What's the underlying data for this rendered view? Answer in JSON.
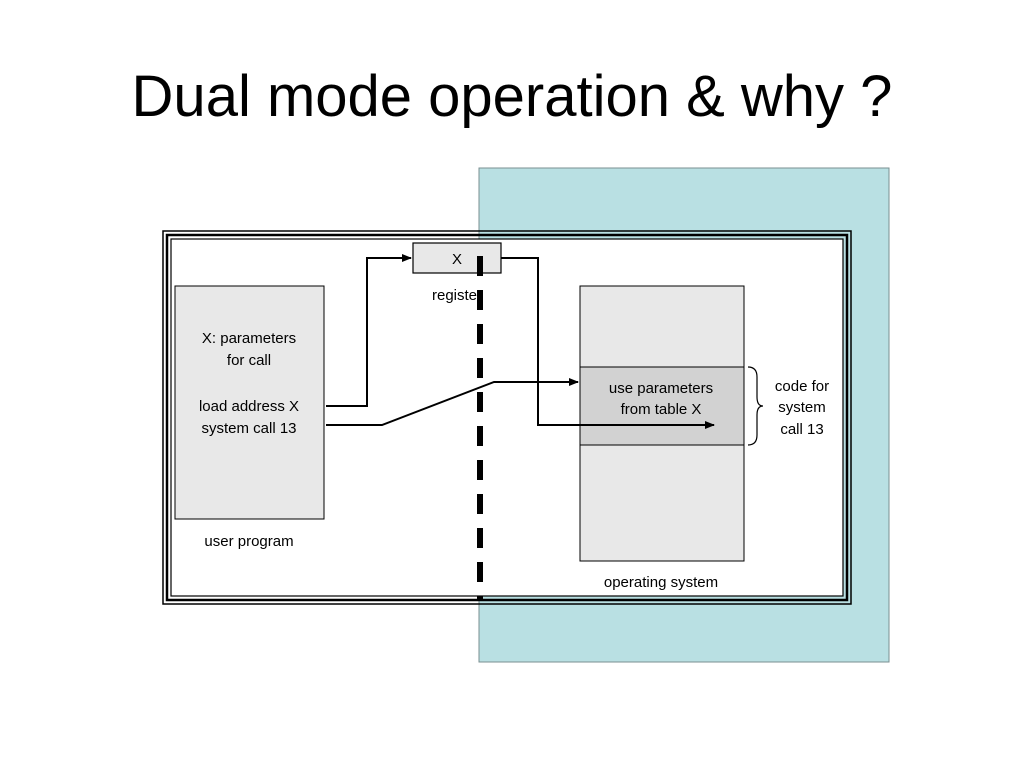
{
  "slide": {
    "title": "Dual mode operation & why ?"
  },
  "diagram": {
    "register_value": "X",
    "register_label": "register",
    "user_program": {
      "line1": "X: parameters",
      "line2": "for call",
      "line3": "load address X",
      "line4": "system call 13",
      "label": "user program"
    },
    "operating_system": {
      "line1": "use parameters",
      "line2": "from table X",
      "label": "operating system"
    },
    "syscall_code": {
      "line1": "code for",
      "line2": "system",
      "line3": "call 13"
    }
  },
  "colors": {
    "kernel_region": "#b9e0e3",
    "box_fill": "#e8e8e8",
    "highlight_fill": "#d2d2d2",
    "stroke": "#000000"
  }
}
